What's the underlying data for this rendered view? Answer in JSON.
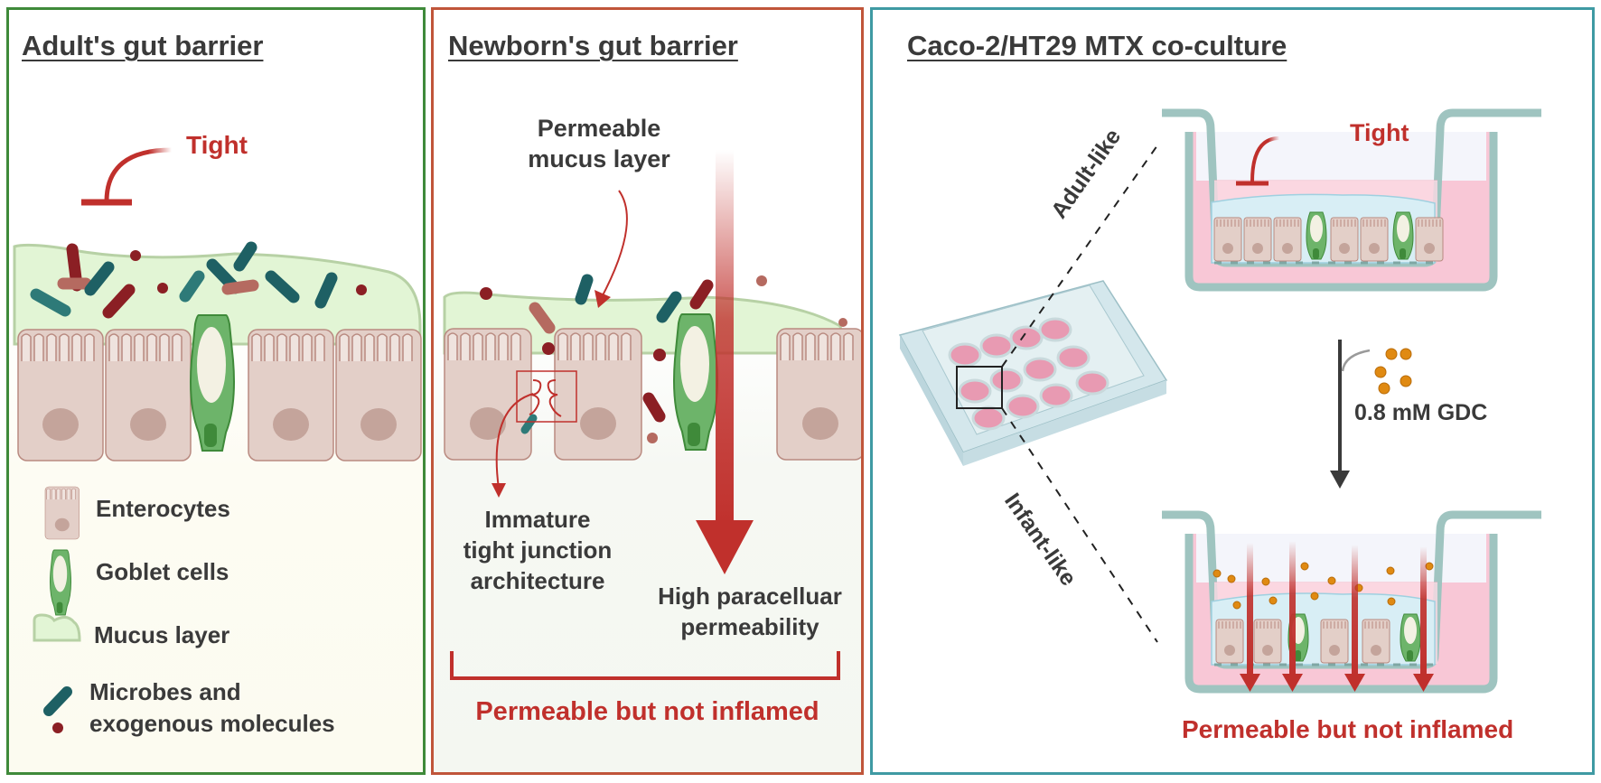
{
  "colors": {
    "adult_border": "#3f8a3a",
    "newborn_border": "#c0553a",
    "culture_border": "#3f9aa3",
    "accent_red": "#c0302c",
    "text_dark": "#3a3a3a",
    "mucus": "#e2f5d5",
    "enterocyte": "#e3cfc8",
    "goblet": "#5aa35a",
    "microbe_teal": "#1e6064",
    "microbe_red": "#8b1f24",
    "medium_pink": "#f7c3d3",
    "gdc_orange": "#e08a12"
  },
  "adult_panel": {
    "title": "Adult's gut barrier",
    "tight_label": "Tight",
    "legend": [
      {
        "icon": "enterocyte-icon",
        "label": "Enterocytes"
      },
      {
        "icon": "goblet-cell-icon",
        "label": "Goblet cells"
      },
      {
        "icon": "mucus-layer-icon",
        "label": "Mucus layer"
      },
      {
        "icon": "microbe-icon",
        "label_line1": "Microbes and",
        "label_line2": "exogenous molecules"
      }
    ]
  },
  "newborn_panel": {
    "title": "Newborn's gut barrier",
    "mucus_label_line1": "Permeable",
    "mucus_label_line2": "mucus layer",
    "junction_label_line1": "Immature",
    "junction_label_line2": "tight junction",
    "junction_label_line3": "architecture",
    "permeability_label_line1": "High paracelluar",
    "permeability_label_line2": "permeability",
    "conclusion": "Permeable but not inflamed"
  },
  "culture_panel": {
    "title": "Caco-2/HT29 MTX co-culture",
    "adult_like_label": "Adult-like",
    "infant_like_label": "Infant-like",
    "tight_label": "Tight",
    "treatment_label": "0.8 mM GDC",
    "conclusion": "Permeable but not inflamed"
  }
}
